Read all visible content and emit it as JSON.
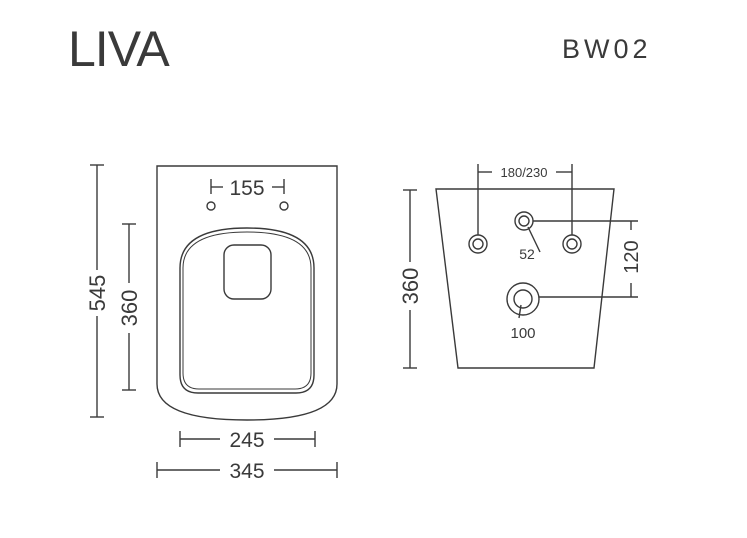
{
  "title": "LIVA",
  "model_code": "BW02",
  "colors": {
    "ink": "#3a3a3a",
    "background": "#ffffff"
  },
  "top_view": {
    "seat_hole_spacing": "155",
    "overall_length": "545",
    "bowl_length": "360",
    "bowl_width": "245",
    "overall_width": "345"
  },
  "rear_view": {
    "height": "360",
    "bolt_spacing": "180/230",
    "inlet_diameter": "52",
    "inlet_outlet_offset": "120",
    "outlet_diameter": "100"
  }
}
